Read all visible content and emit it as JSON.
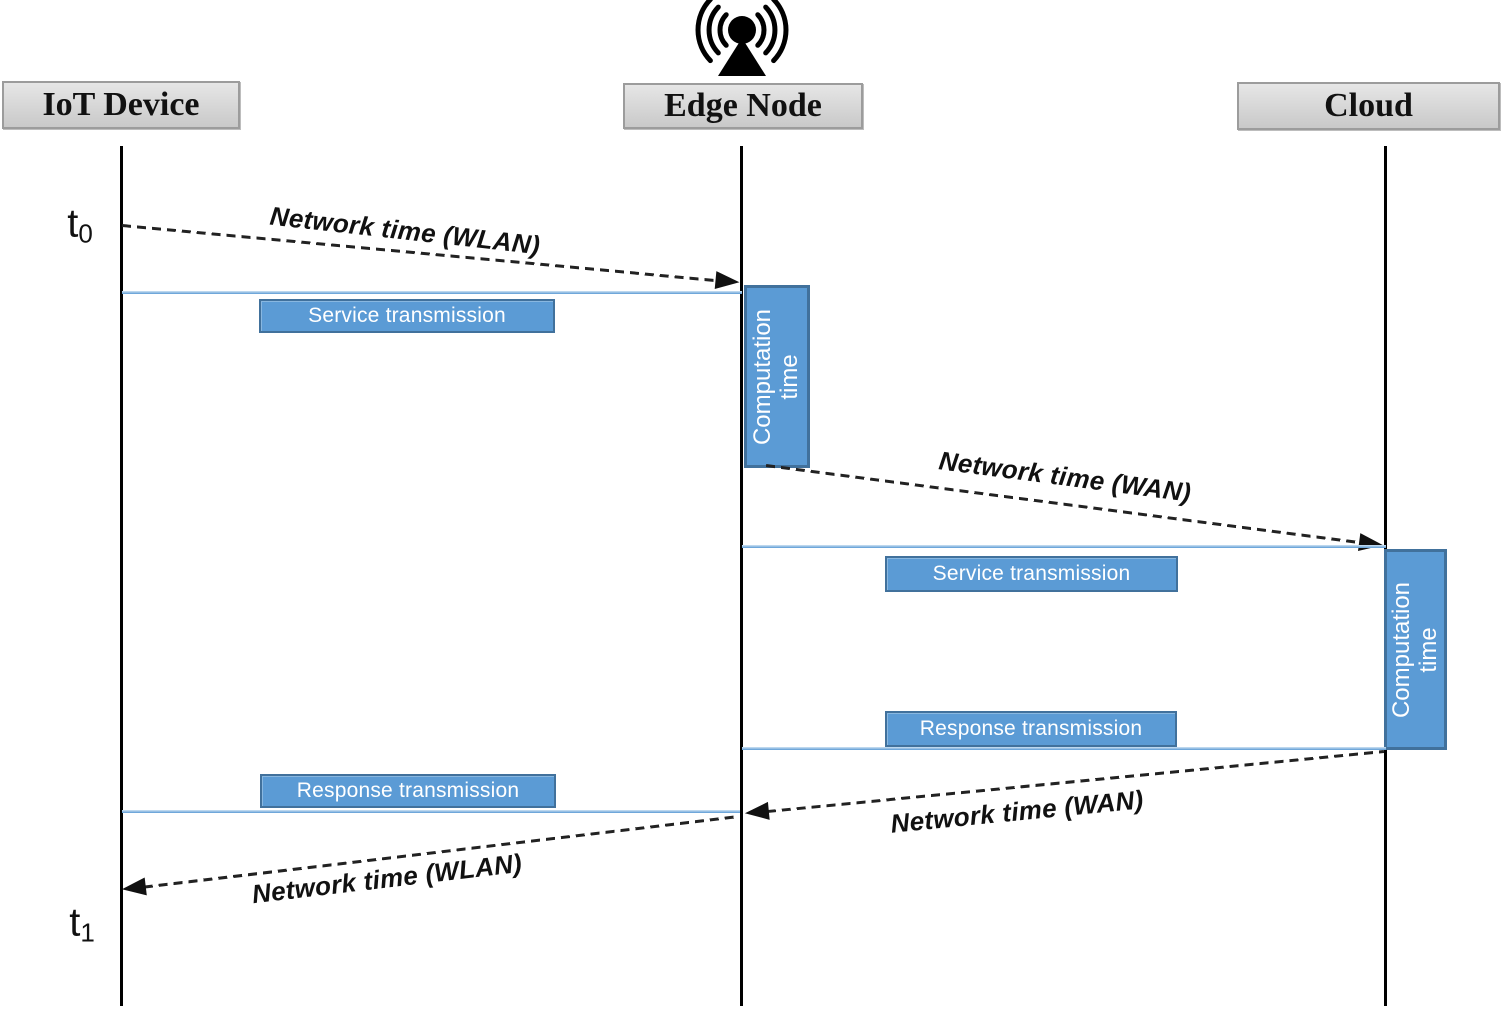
{
  "headers": {
    "iot": "IoT Device",
    "edge": "Edge Node",
    "cloud": "Cloud"
  },
  "markers": {
    "t0": {
      "base": "t",
      "sub": "0"
    },
    "t1": {
      "base": "t",
      "sub": "1"
    }
  },
  "labels": {
    "wlan_request": "Network time (WLAN)",
    "wan_request": "Network time (WAN)",
    "wan_response": "Network time (WAN)",
    "wlan_response": "Network time (WLAN)",
    "service_iot_edge": "Service transmission",
    "service_edge_cloud": "Service transmission",
    "response_cloud_edge": "Response transmission",
    "response_edge_iot": "Response transmission",
    "computation_edge": "Computation time",
    "computation_cloud": "Computation time"
  },
  "icons": {
    "antenna": "wireless-antenna-icon"
  },
  "colors": {
    "activation_fill": "#5b9bd5",
    "activation_border": "#41719c",
    "box_fill": "#5b9bd5",
    "box_border": "#41719c",
    "blue_line": "#9dc3e6",
    "header_fill": "#d9d9d9",
    "header_border": "#9c9c9c",
    "arrow": "#222222",
    "header_text": "#111111",
    "box_text": "#ffffff"
  }
}
